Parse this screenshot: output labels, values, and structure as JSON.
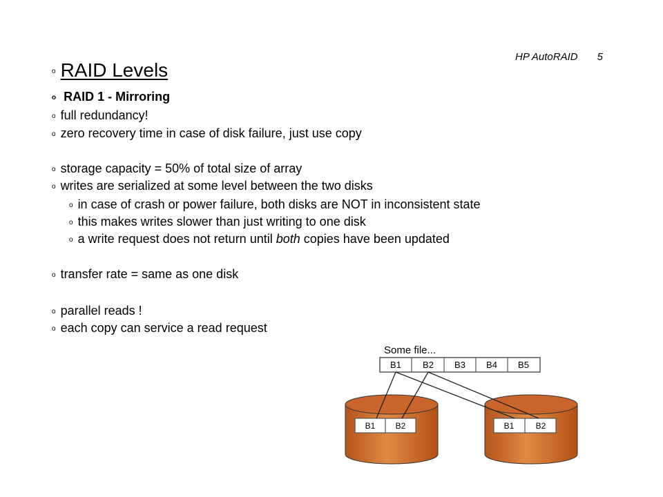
{
  "header": {
    "title": "HP AutoRAID",
    "page": "5"
  },
  "bullet_mark": "o",
  "title": "RAID Levels",
  "subtitle": "RAID 1 - Mirroring",
  "bullets": [
    "full redundancy!",
    "zero recovery time in case of disk failure, just use copy",
    "storage capacity = 50% of total size of array",
    "writes are serialized at some level between the two disks"
  ],
  "sub_bullets": [
    "in case of crash or power failure, both disks are NOT in inconsistent state",
    "this makes writes slower than just writing to one disk",
    {
      "before": "a write request does not return until ",
      "em": "both",
      "after": " copies have been updated"
    }
  ],
  "bullets2": [
    "transfer rate = same as one disk",
    "parallel reads !",
    "each copy can service a read request"
  ],
  "diagram": {
    "file_label": "Some file...",
    "blocks": [
      "B1",
      "B2",
      "B3",
      "B4",
      "B5"
    ],
    "disk_left_blocks": [
      "B1",
      "B2"
    ],
    "disk_right_blocks": [
      "B1",
      "B2"
    ],
    "disk_color": "#d2691e"
  }
}
